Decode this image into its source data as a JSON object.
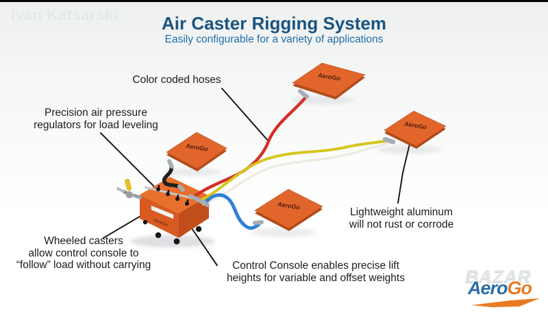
{
  "colors": {
    "title": "#1a5480",
    "subtitle": "#1f6fa6",
    "ann": "#1a1a1a",
    "pad": "#e2662c",
    "pad_edge": "#b14c1b",
    "pad_text": "#4f1f09",
    "console_top": "#e8702c",
    "console_front": "#d85a22",
    "console_side": "#c04e1a",
    "hose_black": "#1f1f1f",
    "hose_red": "#d32f27",
    "hose_yellow": "#d6c51f",
    "hose_white": "#edebe2",
    "hose_blue": "#2f80d8",
    "fitting": "#a7adb3",
    "valve_yellow": "#e6c31f",
    "logo_blue": "#2a6da6",
    "logo_orange": "#e87b22"
  },
  "header": {
    "watermark": "Ivan Katsarski",
    "title": "Air Caster Rigging System",
    "subtitle": "Easily configurable for a variety of applications"
  },
  "labels": {
    "hoses": "Color coded hoses",
    "regulators": "Precision air pressure\nregulators for load leveling",
    "casters": "Wheeled casters\nallow control console to\n“follow” load without carrying",
    "console": "Control Console enables precise lift\nheights for variable and offset weights",
    "aluminum": "Lightweight aluminum\nwill not rust or corrode"
  },
  "diagram": {
    "pad_label": "AeroGo",
    "console_brand": "AeroGo"
  },
  "logo": {
    "watermark": "BAZAR",
    "aero": "Aero",
    "go": "Go"
  }
}
